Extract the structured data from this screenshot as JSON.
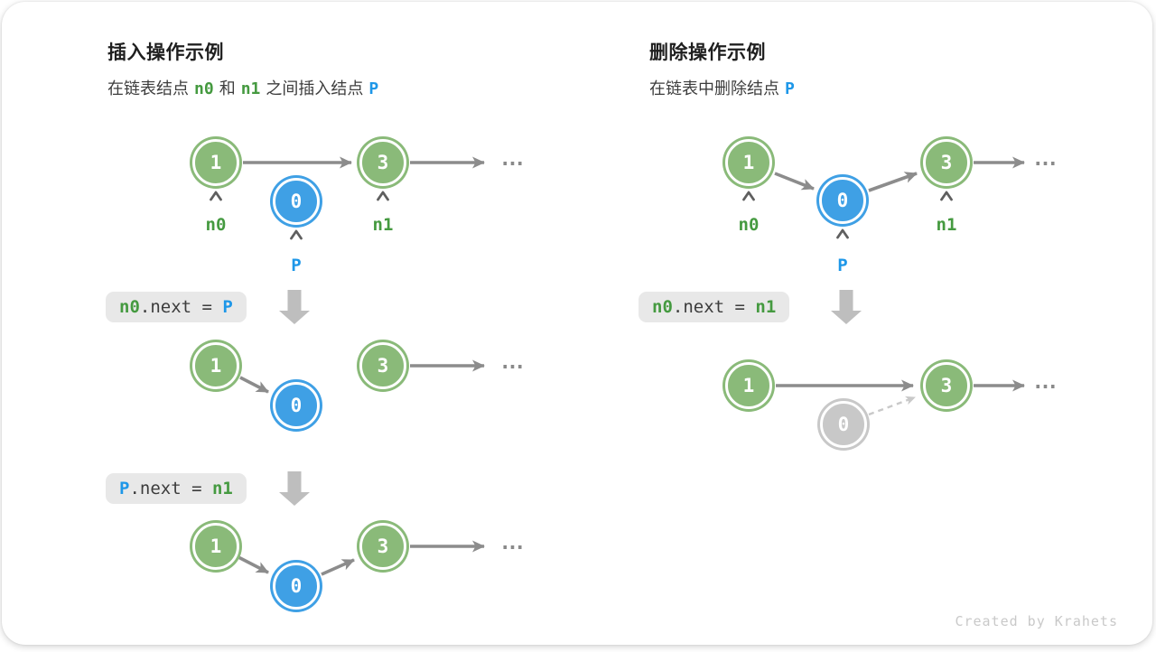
{
  "insert": {
    "title": "插入操作示例",
    "subtitle": {
      "pre": "在链表结点",
      "n0": "n0",
      "mid": "和",
      "n1": "n1",
      "post": "之间插入结点",
      "p": "P"
    },
    "labels": {
      "n0": "n0",
      "n1": "n1",
      "p": "P"
    },
    "code1": {
      "v1": "n0",
      "op": ".next = ",
      "v2": "P"
    },
    "code2": {
      "v1": "P",
      "op": ".next = ",
      "v2": "n1"
    }
  },
  "delete": {
    "title": "删除操作示例",
    "subtitle": {
      "pre": "在链表中删除结点",
      "p": "P"
    },
    "labels": {
      "n0": "n0",
      "n1": "n1",
      "p": "P"
    },
    "code1": {
      "v1": "n0",
      "op": ".next = ",
      "v2": "n1"
    }
  },
  "nodes": {
    "one": "1",
    "zero": "0",
    "three": "3"
  },
  "dots": "...",
  "footer": "Created by Krahets",
  "colors": {
    "node_green": "#8aba79",
    "node_blue": "#3fa0e5",
    "node_gray": "#c8c8c8",
    "code_green": "#459a40",
    "code_blue": "#1e97e8",
    "arrow_gray": "#8c8c8c",
    "dashed_gray": "#c9c9c9",
    "codebox_bg": "#e8e8e8"
  }
}
